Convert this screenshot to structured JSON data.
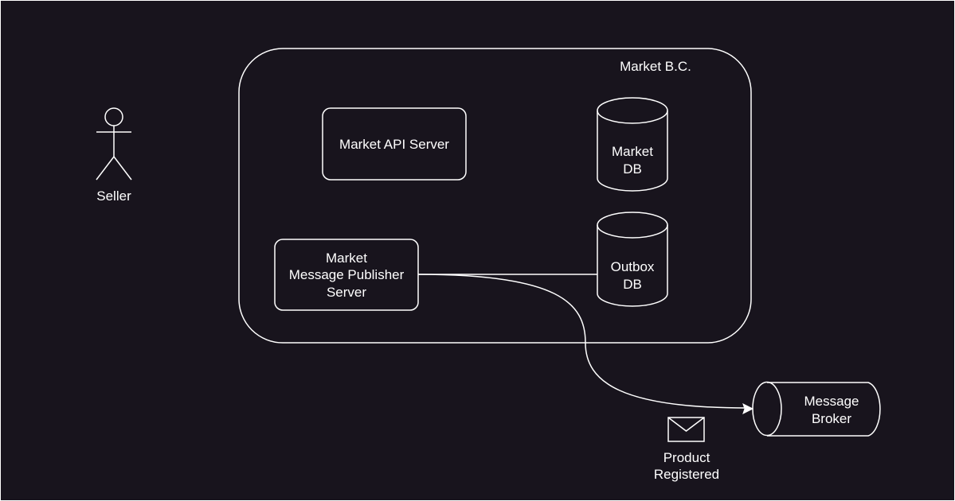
{
  "diagram": {
    "boundary": {
      "label": "Market B.C."
    },
    "actor": {
      "label": "Seller"
    },
    "api_server": {
      "label": "Market API Server"
    },
    "market_db": {
      "line1": "Market",
      "line2": "DB"
    },
    "outbox_db": {
      "line1": "Outbox",
      "line2": "DB"
    },
    "publisher": {
      "line1": "Market",
      "line2": "Message Publisher",
      "line3": "Server"
    },
    "broker": {
      "line1": "Message",
      "line2": "Broker"
    },
    "message": {
      "line1": "Product",
      "line2": "Registered",
      "icon": "envelope-icon"
    },
    "colors": {
      "background": "#18141d",
      "stroke": "#ffffff",
      "text": "#ffffff"
    }
  }
}
